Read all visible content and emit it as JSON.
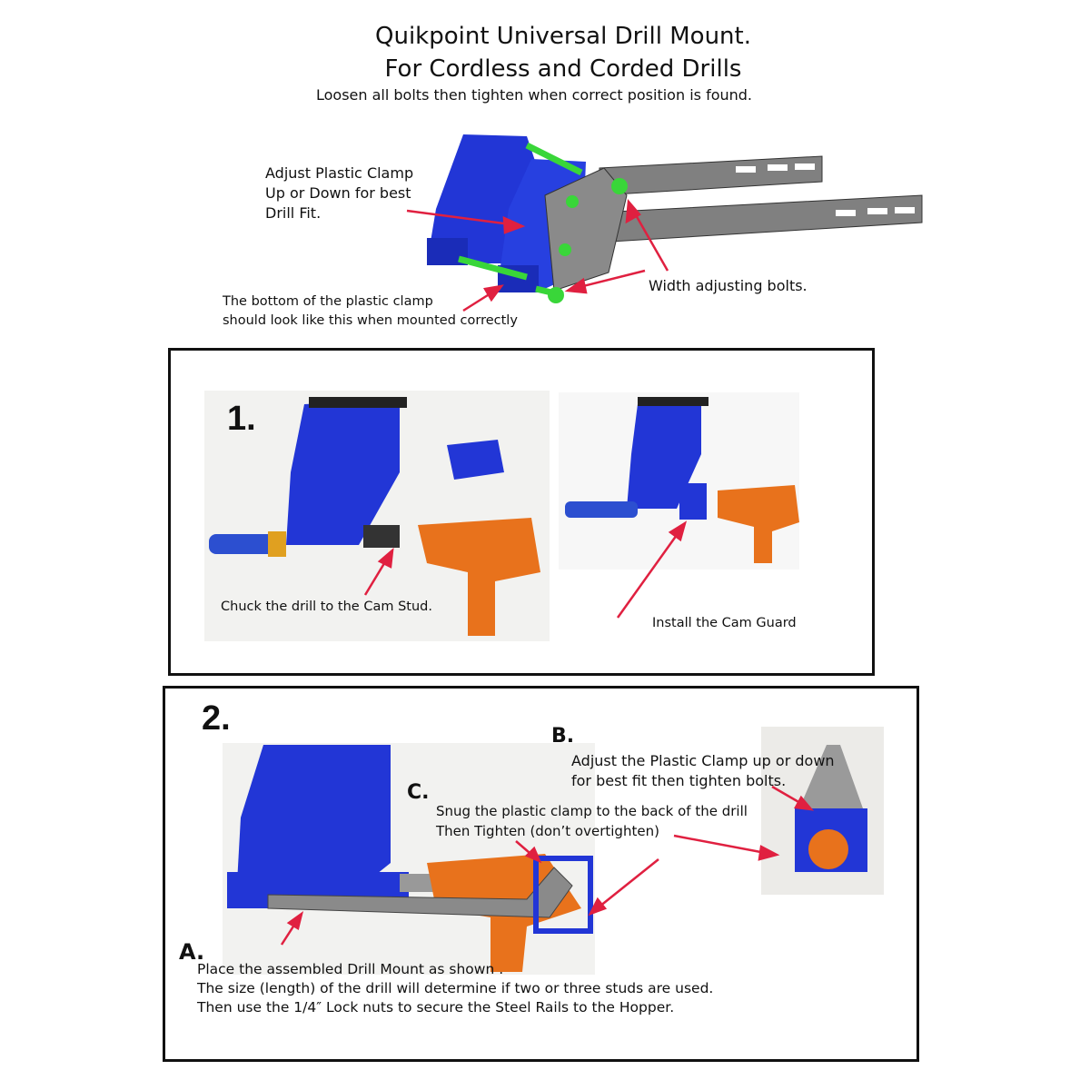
{
  "header": {
    "title_line1": "Quikpoint Universal Drill Mount.",
    "title_line2": "For Cordless and Corded Drills",
    "subtitle": "Loosen all bolts then tighten when correct position is found."
  },
  "diagram": {
    "clamp_label": [
      "Adjust Plastic Clamp",
      "Up or Down for best",
      "Drill Fit."
    ],
    "bottom_label": [
      "The bottom of the plastic clamp",
      "should look like this when mounted correctly"
    ],
    "bolts_label": "Width adjusting bolts."
  },
  "step1": {
    "number": "1.",
    "caption_left": "Chuck the drill to the Cam Stud.",
    "caption_right": "Install the Cam Guard"
  },
  "step2": {
    "number": "2.",
    "b_marker": "B.",
    "b_text": [
      "Adjust the Plastic Clamp up or down",
      "for best fit then tighten bolts."
    ],
    "c_marker": "C.",
    "c_text": [
      "Snug the plastic clamp to the back of the drill",
      "Then Tighten (don’t overtighten)"
    ],
    "a_marker": "A.",
    "a_text": [
      "Place the assembled Drill Mount  as shown .",
      "The size (length) of the drill will determine if two or three studs are used.",
      "Then use the 1/4″ Lock nuts to secure the Steel Rails to the Hopper."
    ]
  },
  "colors": {
    "blue": "#2236d6",
    "orange": "#e8721c",
    "arrow": "#e02040",
    "steel": "#808080",
    "bolt": "#39d639"
  }
}
